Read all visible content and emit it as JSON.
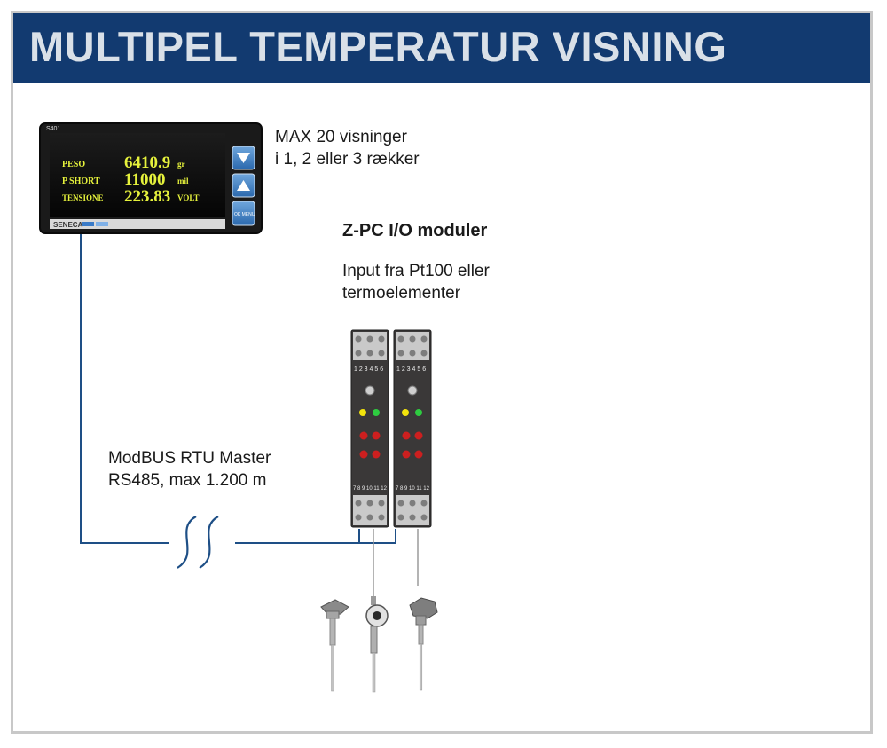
{
  "title": "MULTIPEL TEMPERATUR VISNING",
  "display_note": {
    "line1": "MAX 20 visninger",
    "line2": "i 1, 2 eller 3 rækker"
  },
  "panel_display": {
    "model": "S401",
    "brand": "SENECA",
    "button_label": "OK MENU",
    "rows": [
      {
        "label": "PESO",
        "value": "6410.9",
        "unit": "gr"
      },
      {
        "label": "P SHORT",
        "value": "11000",
        "unit": "mil"
      },
      {
        "label": "TENSIONE",
        "value": "223.83",
        "unit": "VOLT"
      }
    ]
  },
  "module_group": {
    "title": "Z-PC I/O moduler",
    "desc_line1": "Input fra Pt100 eller",
    "desc_line2": "termoelementer"
  },
  "bus": {
    "line1": "ModBUS RTU Master",
    "line2": "RS485, max 1.200 m"
  },
  "module_terminals": {
    "top": "1 2 3 4 5 6",
    "bottom": "7 8 9 10 11 12"
  },
  "colors": {
    "header_bg": "#123a70",
    "header_text": "#d9e0e8",
    "wire": "#1e4f86",
    "display_text": "#e6f23c",
    "led_green": "#2ecc40",
    "led_yellow": "#f2e30c",
    "led_red": "#cc1f1f"
  }
}
